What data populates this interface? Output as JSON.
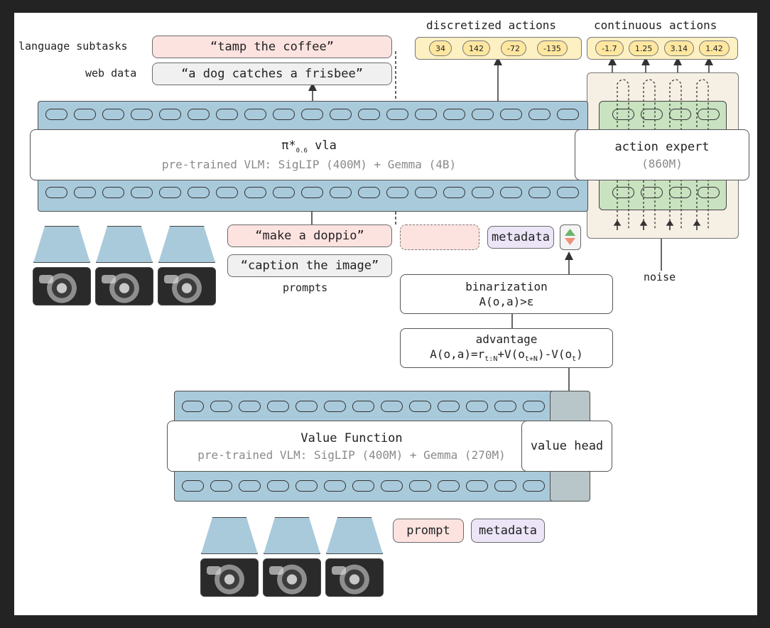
{
  "labels": {
    "language_subtasks": "language subtasks",
    "web_data": "web data",
    "discretized_actions": "discretized actions",
    "continuous_actions": "continuous actions",
    "prompts": "prompts",
    "noise": "noise"
  },
  "top_outputs": {
    "language_subtask_text": "“tamp the coffee”",
    "web_data_text": "“a dog catches a frisbee”"
  },
  "discretized_values": [
    "34",
    "142",
    "-72",
    "-135"
  ],
  "continuous_values": [
    "-1.7",
    "1.25",
    "3.14",
    "1.42"
  ],
  "vla": {
    "title_symbol": "π*",
    "title_subscript": "0.6",
    "title_suffix": " vla",
    "subtitle": "pre-trained VLM: SigLIP (400M) + Gemma (4B)"
  },
  "action_expert": {
    "title": "action expert",
    "subtitle": "(860M)"
  },
  "inputs": {
    "prompt_make_doppio": "“make a doppio”",
    "prompt_caption": "“caption the image”",
    "metadata": "metadata"
  },
  "binarization": {
    "title": "binarization",
    "formula": "A(o,a)>ε"
  },
  "advantage": {
    "title": "advantage",
    "formula_a": "A(o,a)=r",
    "sub_1": "t:N",
    "formula_b": "+V(o",
    "sub_2": "t+N",
    "formula_c": ")-V(o",
    "sub_3": "t",
    "formula_d": ")"
  },
  "value_function": {
    "title": "Value Function",
    "subtitle": "pre-trained VLM: SigLIP (400M) + Gemma (270M)",
    "head": "value head"
  },
  "bottom_inputs": {
    "prompt": "prompt",
    "metadata": "metadata"
  },
  "colors": {
    "token_blue": "#a9cadb",
    "action_green": "#c9e2c0",
    "pink": "#fde3e0",
    "lavender": "#ebe5f7",
    "yellow": "#ffe7a0",
    "beige": "#f6efe4"
  }
}
